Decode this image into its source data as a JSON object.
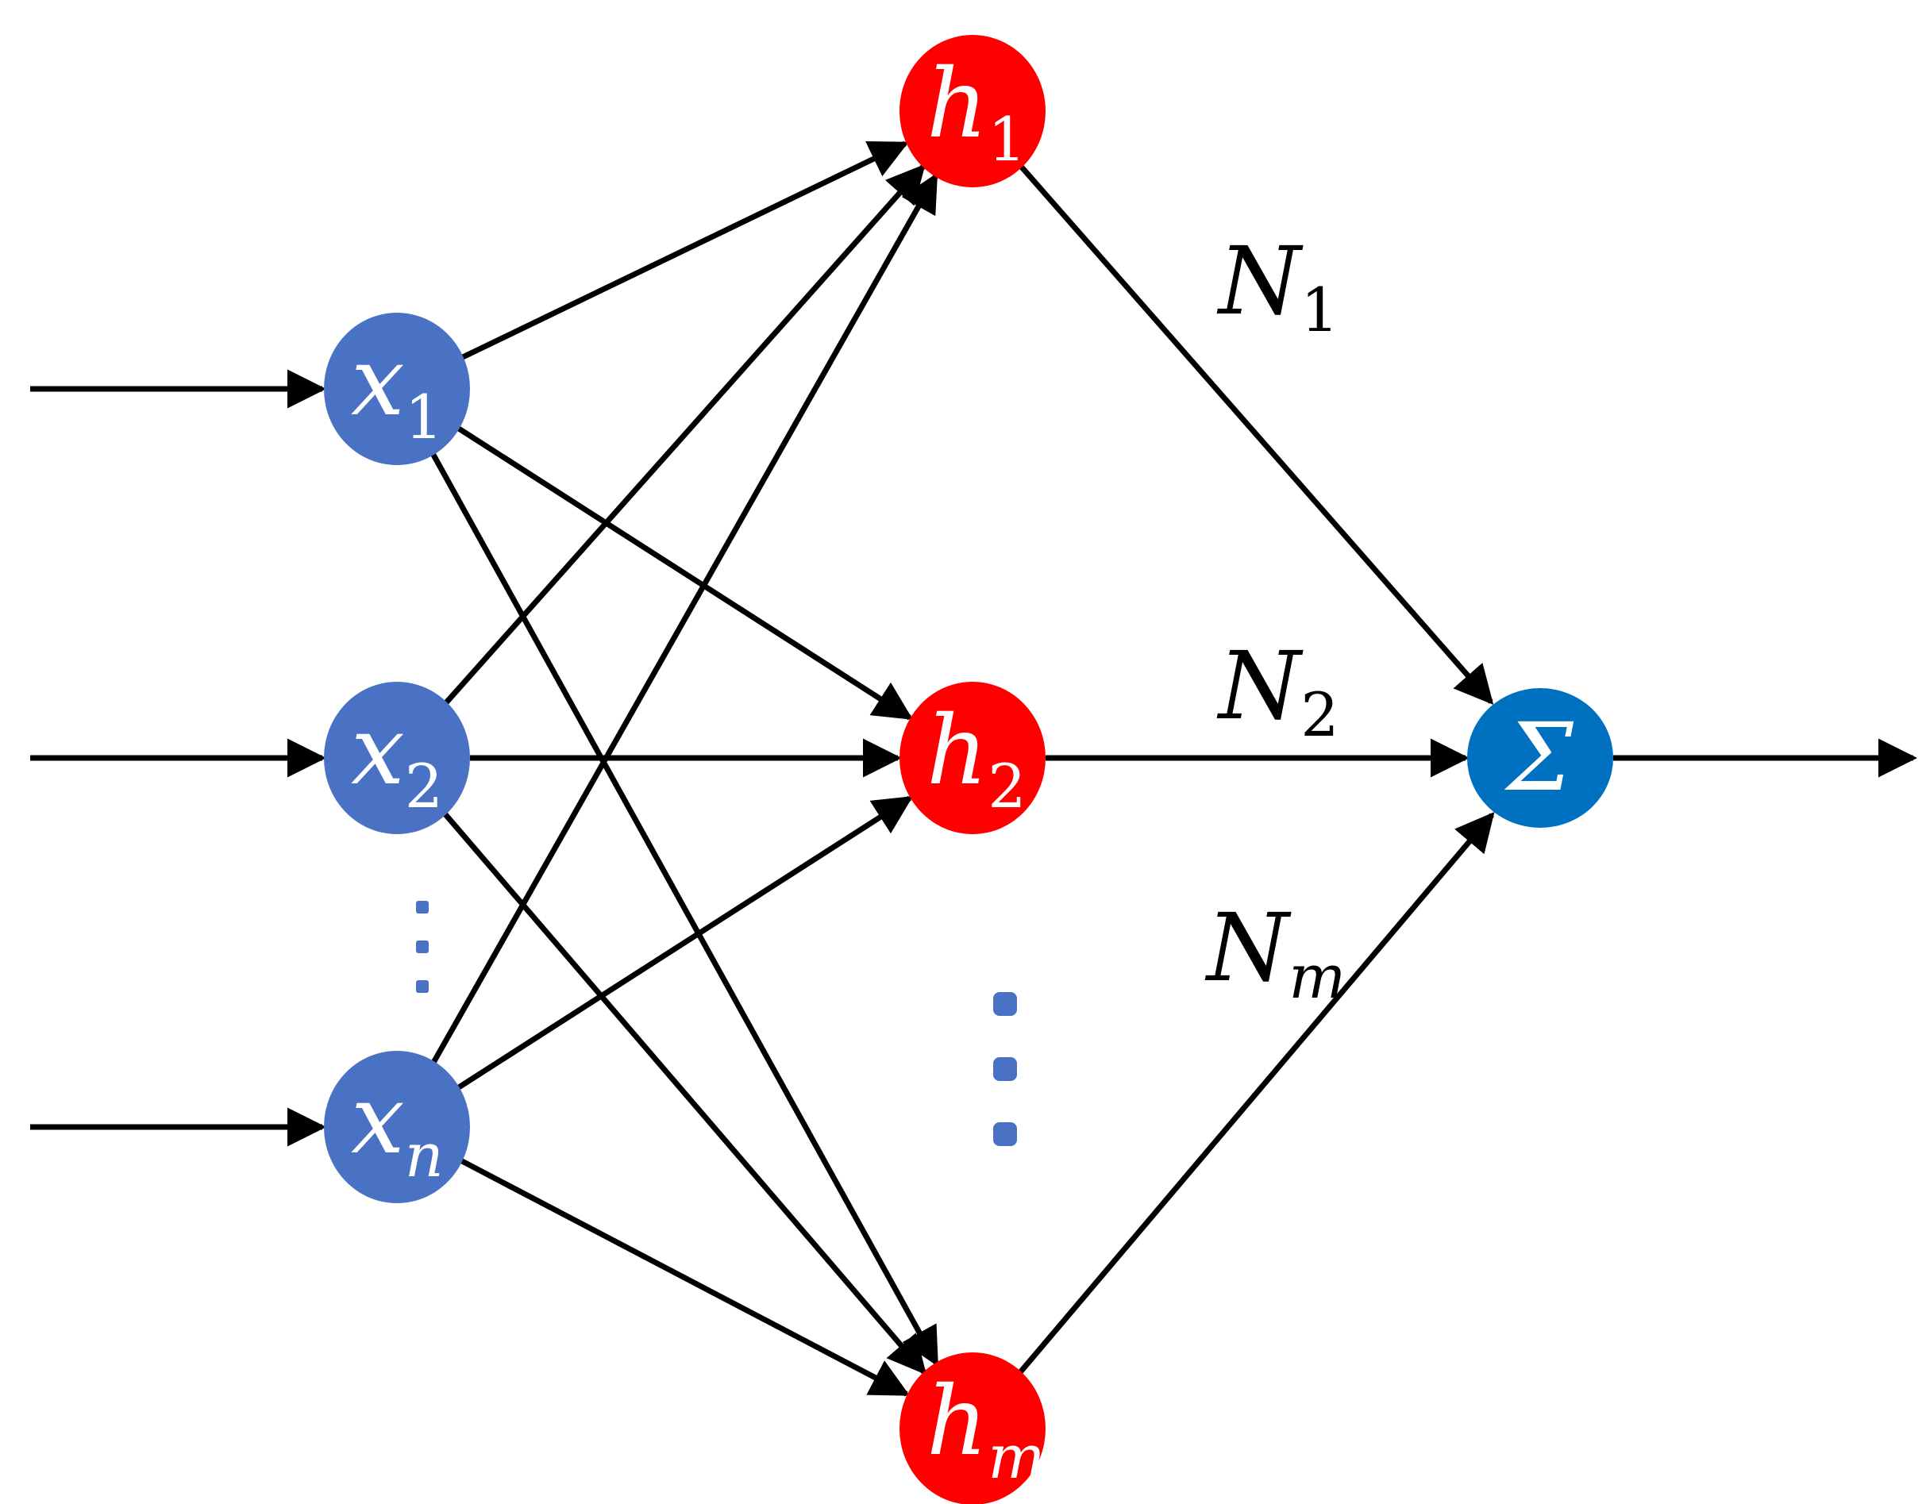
{
  "colors": {
    "input_node": "#4A72C4",
    "hidden_node": "#FF0000",
    "sum_node": "#0070C0",
    "edge": "#000000",
    "dots": "#4A72C4",
    "label": "#ffffff",
    "weight_label": "#000000"
  },
  "input_nodes": [
    {
      "id": "x1",
      "base": "x",
      "sub": "1"
    },
    {
      "id": "x2",
      "base": "x",
      "sub": "2"
    },
    {
      "id": "xn",
      "base": "x",
      "sub": "n"
    }
  ],
  "hidden_nodes": [
    {
      "id": "h1",
      "base": "h",
      "sub": "1"
    },
    {
      "id": "h2",
      "base": "h",
      "sub": "2"
    },
    {
      "id": "hm",
      "base": "h",
      "sub": "m"
    }
  ],
  "output_node": {
    "id": "sum",
    "symbol": "Σ"
  },
  "weight_labels": [
    {
      "id": "N1",
      "base": "N",
      "sub": "1"
    },
    {
      "id": "N2",
      "base": "N",
      "sub": "2"
    },
    {
      "id": "Nm",
      "base": "N",
      "sub": "m"
    }
  ],
  "ellipsis_icons": [
    "vertical-ellipsis-inputs-icon",
    "vertical-ellipsis-hidden-icon"
  ]
}
